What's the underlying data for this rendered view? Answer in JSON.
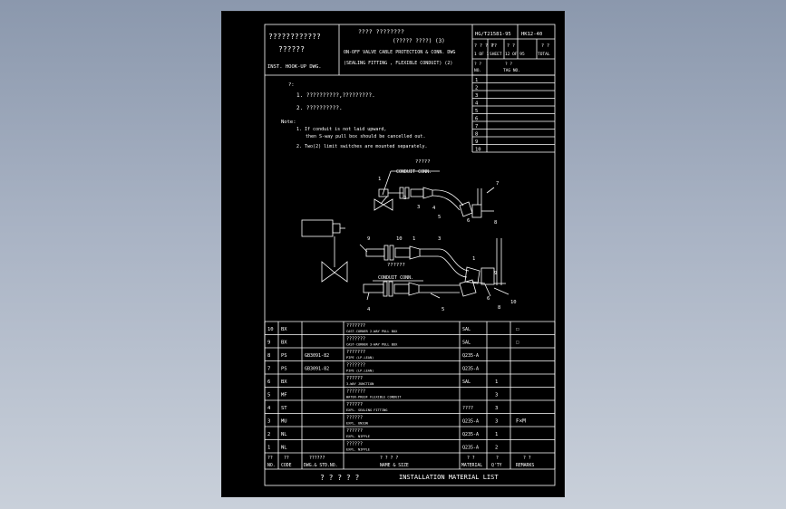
{
  "title_block": {
    "left_line1": "????????????",
    "left_line2": "??????",
    "left_line3": "INST. HOOK-UP DWG.",
    "mid_line1": "???? ????????",
    "mid_line2": "(?????  ????)  (3)",
    "mid_line3": "ON-OFF VALVE CABLE PROTECTION & CONN. DWG",
    "mid_line4": "(SEALING FITTING , FLEXIBLE CONDUIT) (2)",
    "doc_code": "HG/T21581-95",
    "doc_no": "HK12-40",
    "sheet_q1": "? ? ? ?",
    "sheet_q2": "??",
    "sheet_q3": "? ?",
    "sheet_q4": "? ?",
    "sheet_a": "1  OF  1",
    "sheet_b": "SHEET",
    "sheet_c": "12 OF 95",
    "sheet_d": "TOTAL"
  },
  "tag_table": {
    "header_no_q": "? ?",
    "header_no": "NO.",
    "header_tag_q": "?    ?",
    "header_tag": "TAG  NO.",
    "rows": [
      "1",
      "2",
      "3",
      "4",
      "5",
      "6",
      "7",
      "8",
      "9",
      "10"
    ]
  },
  "notes": {
    "marker": "?:",
    "cn1": "1.  ??????????,?????????.",
    "cn2": "2.  ??????????.",
    "label": "Note:",
    "en1a": "1.  If conduit is not laid upward,",
    "en1b": "then S-way pull box should be cancelled out.",
    "en2": "2.  Two(2) limit switches are mounted separately."
  },
  "figure": {
    "top_q": "?????",
    "top_label": "CONDUIT CONN.",
    "bottom_q": "??????",
    "bottom_label": "CONDUIT CONN.",
    "balloons": [
      "1",
      "2",
      "3",
      "4",
      "5",
      "6",
      "7",
      "8",
      "9",
      "10",
      "1",
      "3",
      "4",
      "5",
      "1",
      "6",
      "8",
      "9",
      "10"
    ]
  },
  "material_list": {
    "rows": [
      {
        "no": "10",
        "code": "BX",
        "std": "",
        "name_q": "???????",
        "name": "CAST-CORNER 2-WAY PULL BOX",
        "material": "SAL",
        "qty": "",
        "remark": "☐"
      },
      {
        "no": "9",
        "code": "BX",
        "std": "",
        "name_q": "???????",
        "name": "CAST-CORNER 3-WAY PULL BOX",
        "material": "SAL",
        "qty": "",
        "remark": "☐"
      },
      {
        "no": "8",
        "code": "PS",
        "std": "GB3091-82",
        "name_q": "???????",
        "name": "PIPE (LP.LEAN)",
        "material": "Q235-A",
        "qty": "",
        "remark": ""
      },
      {
        "no": "7",
        "code": "PS",
        "std": "GB3091-82",
        "name_q": "???????",
        "name": "PIPE (LP.LEAN)",
        "material": "Q235-A",
        "qty": "",
        "remark": ""
      },
      {
        "no": "6",
        "code": "BX",
        "std": "",
        "name_q": "??????",
        "name": "3-WAY JUNCTION",
        "material": "SAL",
        "qty": "1",
        "remark": ""
      },
      {
        "no": "5",
        "code": "MF",
        "std": "",
        "name_q": "???????",
        "name": "WATER-PROOF FLEXIBLE CONDUIT",
        "material": "",
        "qty": "3",
        "remark": ""
      },
      {
        "no": "4",
        "code": "ST",
        "std": "",
        "name_q": "??????",
        "name": "EXPL. SEALING FITTING",
        "material": "????",
        "qty": "3",
        "remark": ""
      },
      {
        "no": "3",
        "code": "MU",
        "std": "",
        "name_q": "??????",
        "name": "EXPL. UNION",
        "material": "Q235-A",
        "qty": "3",
        "remark": "F×M"
      },
      {
        "no": "2",
        "code": "NL",
        "std": "",
        "name_q": "??????",
        "name": "EXPL. NIPPLE",
        "material": "Q235-A",
        "qty": "1",
        "remark": ""
      },
      {
        "no": "1",
        "code": "NL",
        "std": "",
        "name_q": "??????",
        "name": "EXPL. NIPPLE",
        "material": "Q235-A",
        "qty": "2",
        "remark": ""
      }
    ],
    "header": {
      "no_q": "??",
      "no": "NO.",
      "code_q": "??",
      "code": "CODE",
      "std_q": "??????",
      "std": "DWG.& STD.NO.",
      "name_q": "?  ?  ?  ?",
      "name": "NAME & SIZE",
      "mat_q": "?  ?",
      "mat": "MATERIAL",
      "qty_q": "?",
      "qty": "Q'TY",
      "rem_q": "?  ?",
      "rem": "REMARKS"
    },
    "footer_q": "? ? ? ? ?",
    "footer_title": "INSTALLATION  MATERIAL  LIST"
  }
}
